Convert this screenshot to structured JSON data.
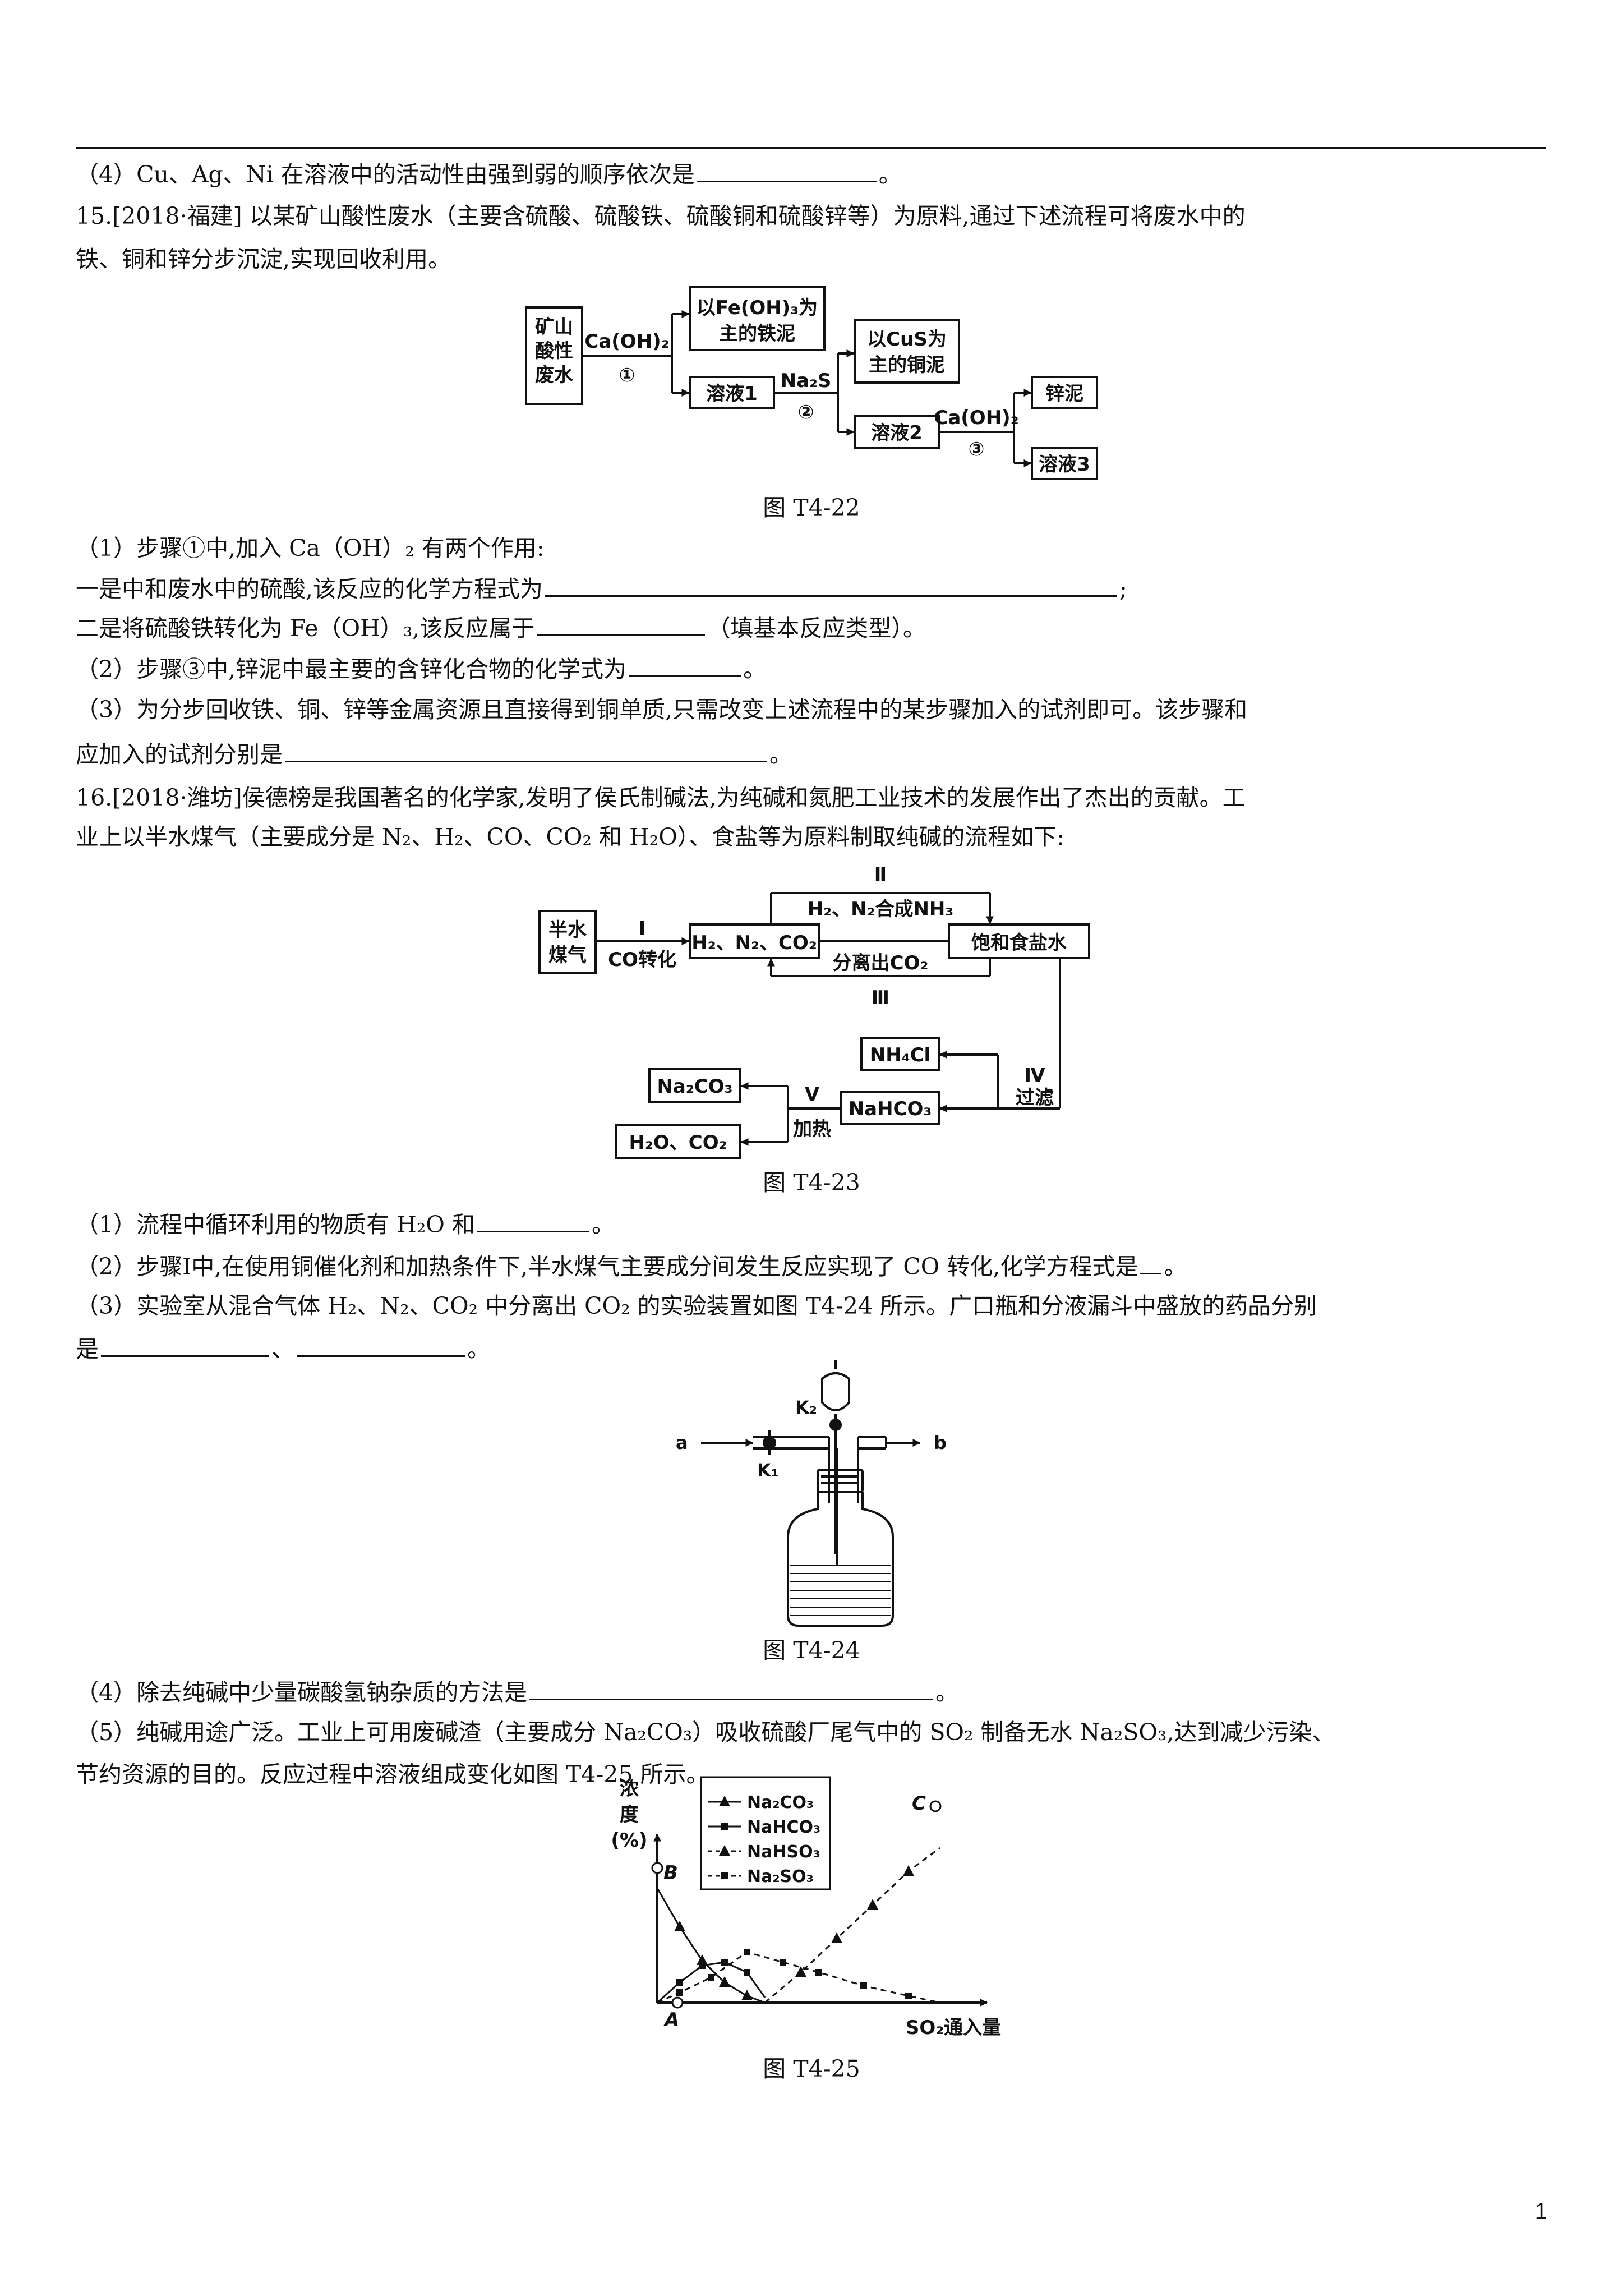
{
  "q14_4": {
    "text": "（4）Cu、Ag、Ni 在溶液中的活动性由强到弱的顺序依次是",
    "end": "。"
  },
  "q15": {
    "line1": "15.[2018·福建] 以某矿山酸性废水（主要含硫酸、硫酸铁、硫酸铜和硫酸锌等）为原料,通过下述流程可将废水中的",
    "line2": "铁、铜和锌分步沉淀,实现回收利用。",
    "fig": {
      "start": [
        "矿山",
        "酸性",
        "废水"
      ],
      "reagent1": "Ca(OH)₂",
      "step1": "①",
      "iron_sludge": [
        "以Fe(OH)₃为",
        "主的铁泥"
      ],
      "solution1": "溶液1",
      "reagent2": "Na₂S",
      "step2": "②",
      "copper_sludge": [
        "以CuS为",
        "主的铜泥"
      ],
      "solution2": "溶液2",
      "reagent3": "Ca(OH)₂",
      "step3": "③",
      "zinc_sludge": "锌泥",
      "solution3": "溶液3"
    },
    "caption": "图 T4-22",
    "p1": "（1）步骤①中,加入 Ca（OH）₂ 有两个作用:",
    "p2a": "一是中和废水中的硫酸,该反应的化学方程式为",
    "p2b": ";",
    "p3a": "二是将硫酸铁转化为 Fe（OH）₃,该反应属于",
    "p3b": "（填基本反应类型）。",
    "p4a": "（2）步骤③中,锌泥中最主要的含锌化合物的化学式为",
    "p4b": "。",
    "p5": "（3）为分步回收铁、铜、锌等金属资源且直接得到铜单质,只需改变上述流程中的某步骤加入的试剂即可。该步骤和",
    "p6a": "应加入的试剂分别是",
    "p6b": "。"
  },
  "q16": {
    "line1": "16.[2018·潍坊]侯德榜是我国著名的化学家,发明了侯氏制碱法,为纯碱和氮肥工业技术的发展作出了杰出的贡献。工",
    "line2": "业上以半水煤气（主要成分是 N₂、H₂、CO、CO₂ 和 H₂O）、食盐等为原料制取纯碱的流程如下:",
    "fig": {
      "gas": [
        "半水",
        "煤气"
      ],
      "step1": "Ⅰ",
      "step1_label": "CO转化",
      "mix": "H₂、N₂、CO₂",
      "step2": "Ⅱ",
      "step2_label": "H₂、N₂合成NH₃",
      "brine": "饱和食盐水",
      "step3": "Ⅲ",
      "step3_label": "分离出CO₂",
      "step4": "Ⅳ",
      "step4_label": "过滤",
      "nh4cl": "NH₄Cl",
      "nahco3": "NaHCO₃",
      "step5": "Ⅴ",
      "step5_label": "加热",
      "na2co3": "Na₂CO₃",
      "products": "H₂O、CO₂"
    },
    "caption": "图 T4-23",
    "p1a": "（1）流程中循环利用的物质有 H₂O 和",
    "p1b": "。",
    "p2a": "（2）步骤Ⅰ中,在使用铜催化剂和加热条件下,半水煤气主要成分间发生反应实现了 CO 转化,化学方程式是",
    "p2b": "。",
    "p3": "（3）实验室从混合气体 H₂、N₂、CO₂ 中分离出 CO₂ 的实验装置如图 T4-24 所示。广口瓶和分液漏斗中盛放的药品分别",
    "p4a": "是",
    "p4b": "、",
    "p4c": "。",
    "apparatus": {
      "a": "a",
      "b": "b",
      "k1": "K₁",
      "k2": "K₂"
    },
    "caption2": "图 T4-24",
    "p5a": "（4）除去纯碱中少量碳酸氢钠杂质的方法是",
    "p5b": "。",
    "p6": "（5）纯碱用途广泛。工业上可用废碱渣（主要成分 Na₂CO₃）吸收硫酸厂尾气中的 SO₂ 制备无水 Na₂SO₃,达到减少污染、",
    "p7": "节约资源的目的。反应过程中溶液组成变化如图 T4-25 所示。",
    "caption3": "图 T4-25"
  },
  "chart_data": {
    "type": "line",
    "ylabel": [
      "浓",
      "度",
      "(%)"
    ],
    "xlabel": "SO₂通入量",
    "points": {
      "A": "A",
      "B": "B",
      "C": "C"
    },
    "series": [
      {
        "name": "Na₂CO₃",
        "style": "solid",
        "marker": "triangle",
        "x": [
          0,
          0.5,
          1.0,
          1.5,
          2.0,
          2.4
        ],
        "y": [
          68,
          45,
          25,
          12,
          4,
          0
        ]
      },
      {
        "name": "NaHCO₃",
        "style": "solid",
        "marker": "square",
        "x": [
          0,
          0.5,
          1.0,
          1.5,
          2.0,
          2.4
        ],
        "y": [
          0,
          12,
          22,
          24,
          18,
          3
        ]
      },
      {
        "name": "NaHSO₃",
        "style": "dashed",
        "marker": "triangle",
        "x": [
          2.4,
          3.2,
          4.0,
          4.8,
          5.6,
          6.3
        ],
        "y": [
          0,
          18,
          38,
          58,
          78,
          92
        ]
      },
      {
        "name": "Na₂SO₃",
        "style": "dashed",
        "marker": "square",
        "x": [
          0,
          0.5,
          1.2,
          2.0,
          2.8,
          3.6,
          4.6,
          5.6,
          6.3
        ],
        "y": [
          0,
          6,
          15,
          30,
          24,
          18,
          10,
          4,
          0
        ]
      }
    ],
    "xlim": [
      0,
      7
    ],
    "ylim": [
      0,
      100
    ]
  }
}
